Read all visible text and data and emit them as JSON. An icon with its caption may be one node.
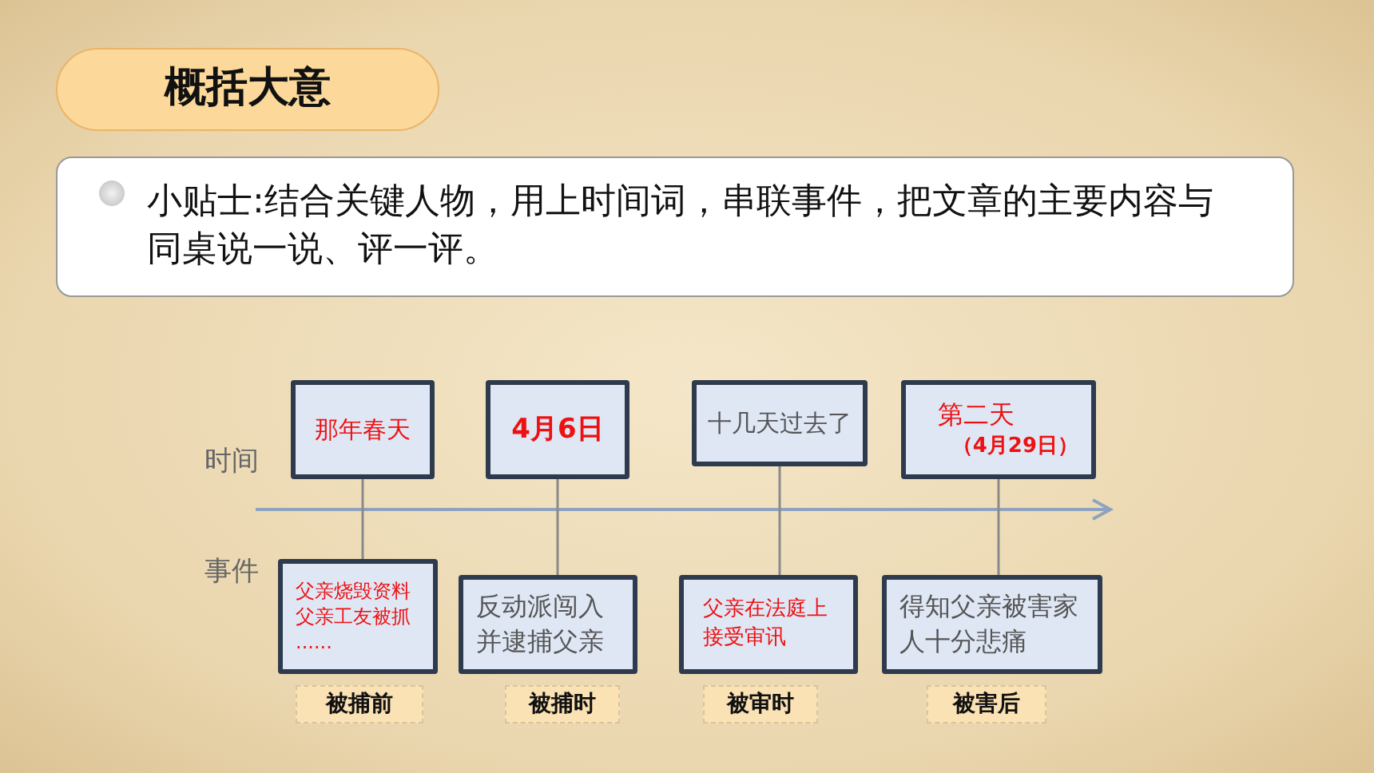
{
  "diagram": {
    "nodes": [
      {
        "text": [
          "概括大意"
        ]
      },
      {
        "text": [
          "小贴士:结合关键人物，用上时间词，串联事件，把文章的主要内容与同桌说一说、评一评。"
        ]
      },
      {
        "text": [
          "那年春天"
        ]
      },
      {
        "text": [
          "4月6日"
        ]
      },
      {
        "text": [
          "十几天过去了"
        ]
      },
      {
        "text": [
          "第二天",
          "（4月29日）"
        ]
      },
      {
        "text": [
          "父亲烧毁资料",
          "父亲工友被抓",
          "......"
        ]
      },
      {
        "text": [
          "反动派闯入并逮捕父亲"
        ]
      },
      {
        "text": [
          "父亲在法庭上接受审讯"
        ]
      },
      {
        "text": [
          "得知父亲被害家人十分悲痛"
        ]
      },
      {
        "text": [
          "被捕前"
        ]
      },
      {
        "text": [
          "被捕时"
        ]
      },
      {
        "text": [
          "被审时"
        ]
      },
      {
        "text": [
          "被害后"
        ]
      }
    ],
    "edges": [
      {
        "from": 2,
        "to": 6,
        "arrow": "none"
      },
      {
        "from": 3,
        "to": 7,
        "arrow": "none"
      },
      {
        "from": 4,
        "to": 8,
        "arrow": "none"
      },
      {
        "from": 5,
        "to": 9,
        "arrow": "none"
      }
    ],
    "labels": [
      "时间",
      "事件"
    ]
  }
}
